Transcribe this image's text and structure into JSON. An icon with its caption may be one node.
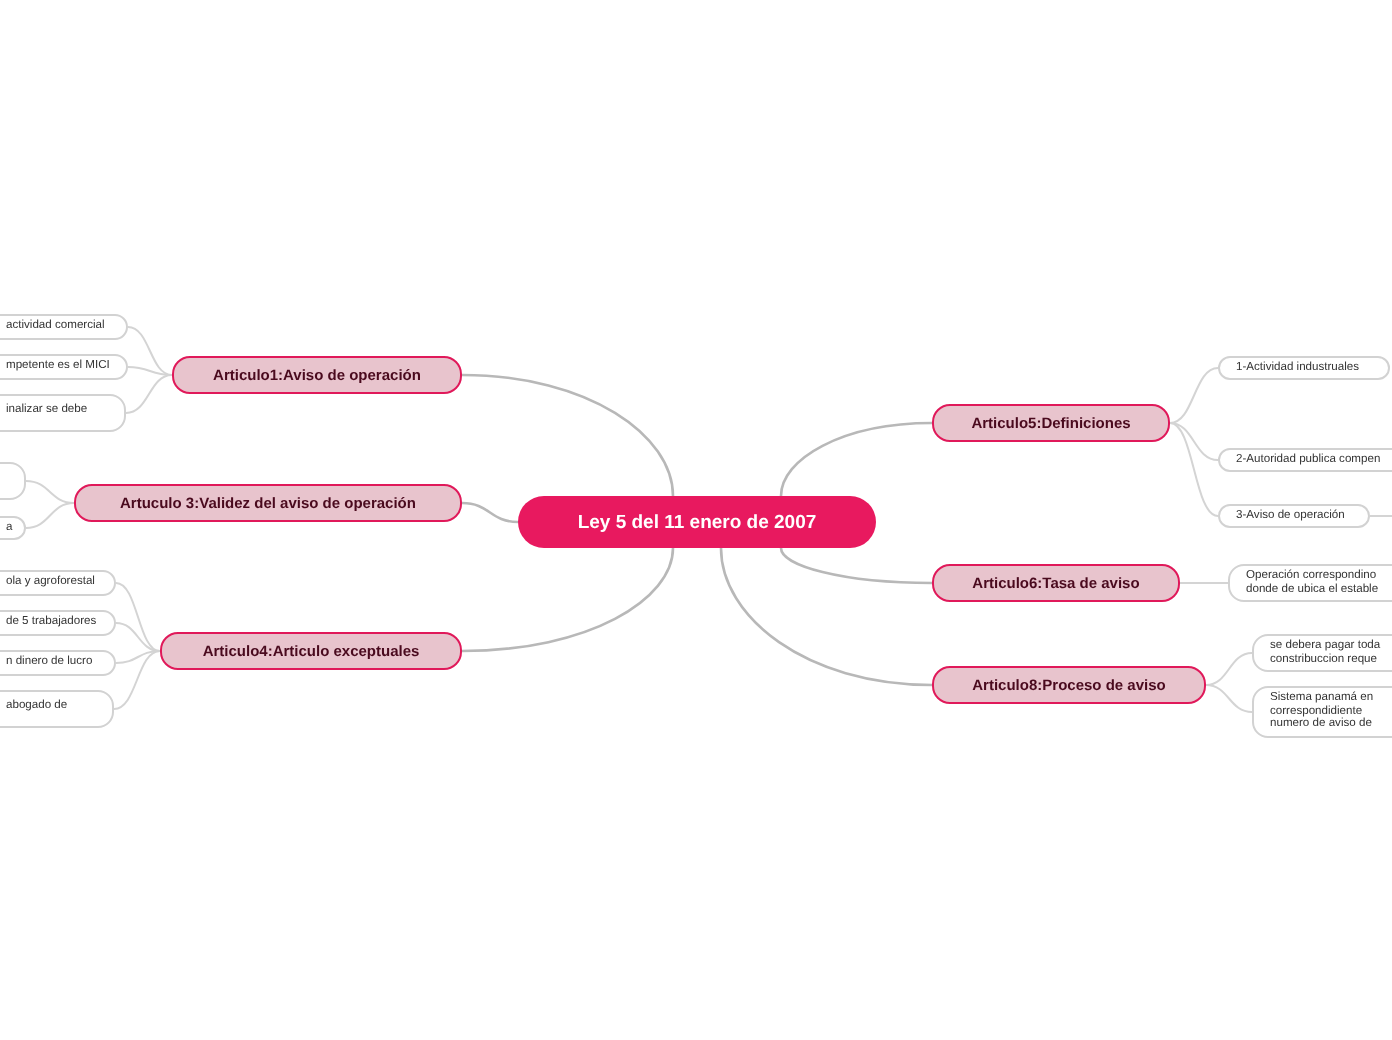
{
  "diagram": {
    "nodes": [
      {
        "text": [
          "Ley 5 del 11 enero de 2007"
        ]
      },
      {
        "text": [
          "Articulo1:Aviso de operación"
        ]
      },
      {
        "text": [
          "actividad comercial"
        ]
      },
      {
        "text": [
          "mpetente es el MICI"
        ]
      },
      {
        "text": [
          "inalizar se debe"
        ]
      },
      {
        "text": [
          "Artuculo 3:Validez del aviso de operación"
        ]
      },
      {
        "text": [],
        "shape": "box"
      },
      {
        "text": [
          "a"
        ]
      },
      {
        "text": [
          "Articulo4:Articulo exceptuales"
        ]
      },
      {
        "text": [
          "ola y agroforestal"
        ]
      },
      {
        "text": [
          "de 5 trabajadores"
        ]
      },
      {
        "text": [
          "n dinero de lucro"
        ]
      },
      {
        "text": [
          "abogado de"
        ]
      },
      {
        "text": [
          "Articulo5:Definiciones"
        ]
      },
      {
        "text": [
          "1-Actividad industruales"
        ]
      },
      {
        "text": [
          "2-Autoridad publica compen"
        ]
      },
      {
        "text": [
          "3-Aviso de operación"
        ]
      },
      {
        "text": [
          "Articulo6:Tasa de aviso"
        ]
      },
      {
        "text": [
          "Operación correspondino donde de ubica el estable"
        ]
      },
      {
        "text": [
          "Articulo8:Proceso de aviso"
        ]
      },
      {
        "text": [
          "se debera pagar toda constribuccion reque"
        ]
      },
      {
        "text": [
          "Sistema panamá en correspondidiente numero de aviso de"
        ]
      }
    ],
    "edges": [
      {
        "from": 0,
        "to": 1,
        "arrow": "none"
      },
      {
        "from": 0,
        "to": 5,
        "arrow": "none"
      },
      {
        "from": 0,
        "to": 8,
        "arrow": "none"
      },
      {
        "from": 0,
        "to": 13,
        "arrow": "none"
      },
      {
        "from": 0,
        "to": 17,
        "arrow": "none"
      },
      {
        "from": 0,
        "to": 19,
        "arrow": "none"
      },
      {
        "from": 1,
        "to": 2,
        "arrow": "none"
      },
      {
        "from": 1,
        "to": 3,
        "arrow": "none"
      },
      {
        "from": 1,
        "to": 4,
        "arrow": "none"
      },
      {
        "from": 5,
        "to": 6,
        "arrow": "none"
      },
      {
        "from": 5,
        "to": 7,
        "arrow": "none"
      },
      {
        "from": 8,
        "to": 9,
        "arrow": "none"
      },
      {
        "from": 8,
        "to": 10,
        "arrow": "none"
      },
      {
        "from": 8,
        "to": 11,
        "arrow": "none"
      },
      {
        "from": 8,
        "to": 12,
        "arrow": "none"
      },
      {
        "from": 13,
        "to": 14,
        "arrow": "none"
      },
      {
        "from": 13,
        "to": 15,
        "arrow": "none"
      },
      {
        "from": 13,
        "to": 16,
        "arrow": "none"
      },
      {
        "from": 16,
        "to": null,
        "arrow": "none"
      },
      {
        "from": 17,
        "to": 18,
        "arrow": "none"
      },
      {
        "from": 19,
        "to": 20,
        "arrow": "none"
      },
      {
        "from": 19,
        "to": 21,
        "arrow": "none"
      }
    ]
  }
}
